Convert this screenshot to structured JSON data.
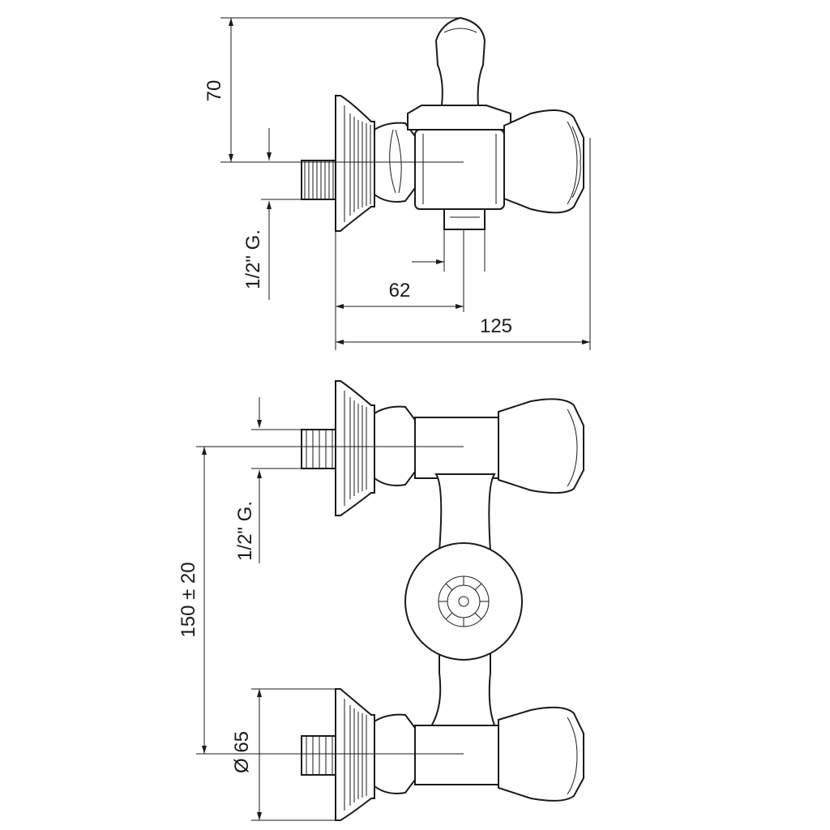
{
  "dimensions": {
    "height_70": "70",
    "inlet_thread_side": "1/2\" G.",
    "outlet_offset": "62",
    "total_depth": "125",
    "inlet_thread_front": "1/2\" G.",
    "center_distance": "150 ± 20",
    "escutcheon_diameter": "Ø 65"
  }
}
